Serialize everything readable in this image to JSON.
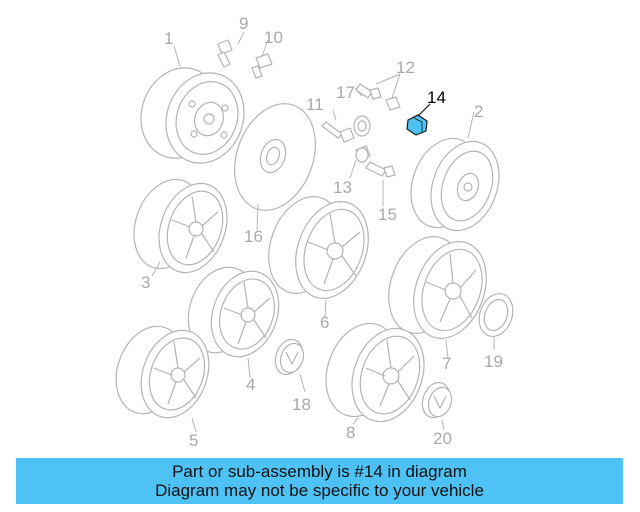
{
  "diagram": {
    "highlight_color": "#4fc2f5",
    "line_color": "#b4b4b4",
    "selected_part": "14",
    "labels": {
      "p1": "1",
      "p2": "2",
      "p3": "3",
      "p4": "4",
      "p5": "5",
      "p6": "6",
      "p7": "7",
      "p8": "8",
      "p9": "9",
      "p10": "10",
      "p11": "11",
      "p12": "12",
      "p13": "13",
      "p14": "14",
      "p15": "15",
      "p16": "16",
      "p17": "17",
      "p18": "18",
      "p19": "19",
      "p20": "20"
    }
  },
  "banner": {
    "line1": "Part or sub-assembly is #14 in diagram",
    "line2": "Diagram may not be specific to your vehicle",
    "color": "#4fc2f5"
  }
}
